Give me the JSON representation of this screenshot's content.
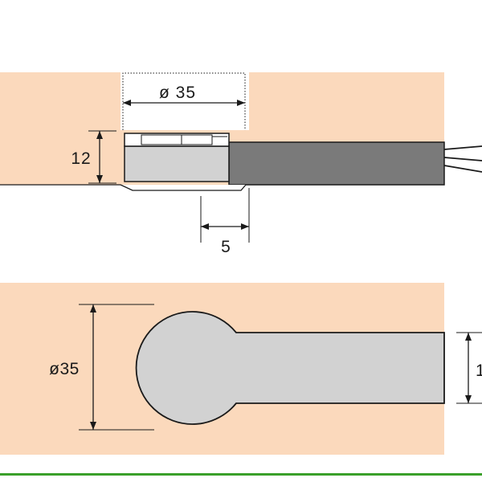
{
  "labels": {
    "side_diameter": "ø 35",
    "side_height": "12",
    "side_depth": "5",
    "top_diameter": "ø35",
    "top_channel": "1"
  },
  "colors": {
    "background": "#ffffff",
    "wood": "#fbd9bc",
    "housing_light": "#d2d2d2",
    "cable_channel": "#7a7a7a",
    "outline": "#1a1a1a",
    "dimension": "#1a1a1a",
    "rule": "#3aa02a"
  }
}
